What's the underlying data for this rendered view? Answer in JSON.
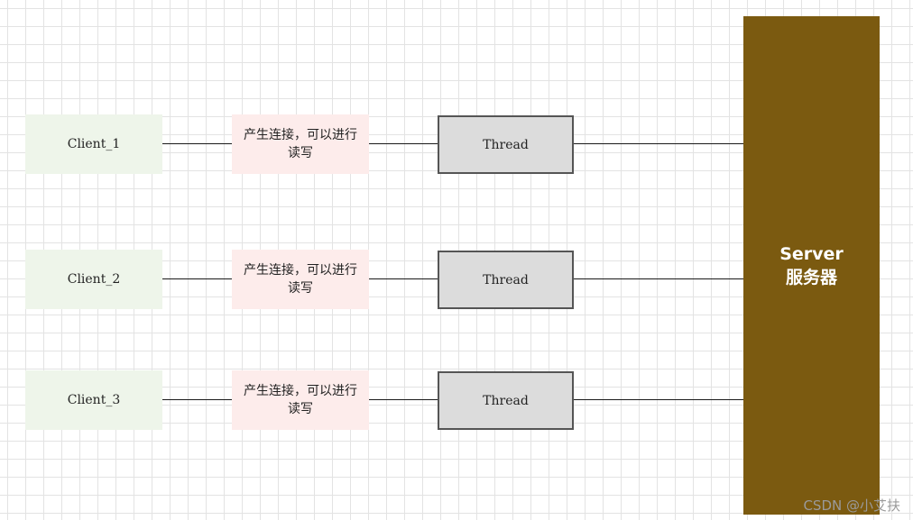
{
  "server": {
    "line1": "Server",
    "line2": "服务器",
    "color": "#7b5a10"
  },
  "rows": [
    {
      "client": "Client_1",
      "connection": "产生连接，可以进行读写",
      "thread": "Thread"
    },
    {
      "client": "Client_2",
      "connection": "产生连接，可以进行读写",
      "thread": "Thread"
    },
    {
      "client": "Client_3",
      "connection": "产生连接，可以进行读写",
      "thread": "Thread"
    }
  ],
  "watermark": "CSDN @小艾扶",
  "colors": {
    "client_fill": "#eef5ea",
    "connection_fill": "#fdeceb",
    "thread_fill": "#dcdcdc"
  }
}
